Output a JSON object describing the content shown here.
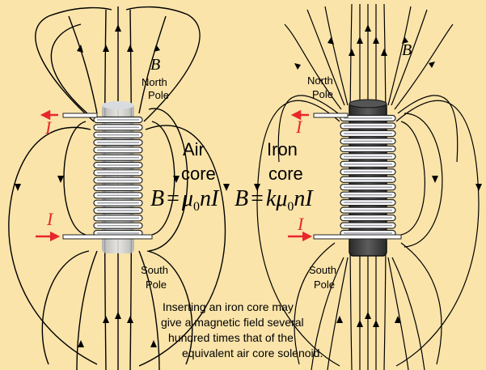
{
  "colors": {
    "background": "#fae4aa",
    "field_line": "#000000",
    "current_arrow": "#e8272c",
    "air_core": "#c9ccd4",
    "iron_core": "#3d3d3d",
    "coil_wire": "#b9bcc4"
  },
  "left": {
    "field_label": "B",
    "north_pole": [
      "North",
      "Pole"
    ],
    "south_pole": [
      "South",
      "Pole"
    ],
    "core_label": [
      "Air",
      "core"
    ],
    "current_label_top": "I",
    "current_label_bottom": "I",
    "formula": {
      "lhs": "B",
      "eq": "=",
      "mu": "μ",
      "sub": "0",
      "rest": "nI"
    }
  },
  "right": {
    "field_label": "B",
    "north_pole": [
      "North",
      "Pole"
    ],
    "south_pole": [
      "South",
      "Pole"
    ],
    "core_label": [
      "Iron",
      "core"
    ],
    "current_label_top": "I",
    "current_label_bottom": "I",
    "formula": {
      "lhs": "B",
      "eq": "=",
      "k": "k",
      "mu": "μ",
      "sub": "0",
      "rest": "nI"
    }
  },
  "caption": [
    "Inserting an iron core may",
    "give a magnetic field several",
    "hundred times that of the",
    "equivalent air core solenoid."
  ]
}
